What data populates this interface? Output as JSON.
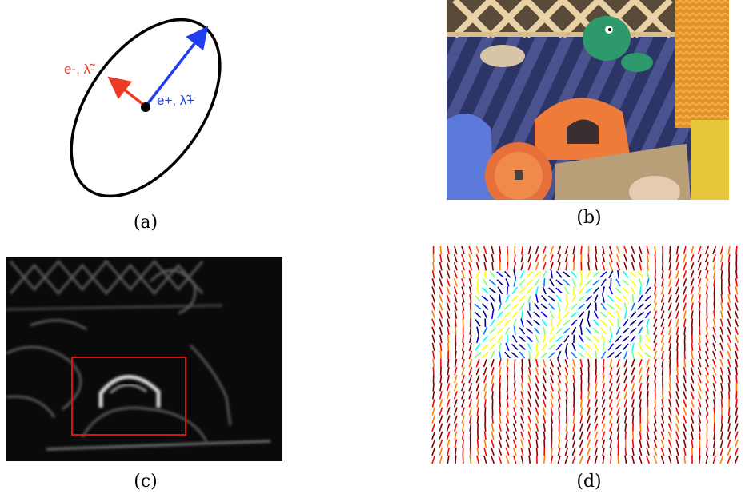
{
  "panel_a": {
    "caption": "(a)",
    "minor_label": "e-, λ̃-",
    "major_label": "e+, λ̃+",
    "colors": {
      "minor": "#ee3a24",
      "major": "#1f3ef0",
      "ellipse": "#000000"
    }
  },
  "panel_b": {
    "caption": "(b)"
  },
  "panel_c": {
    "caption": "(c)",
    "highlight_color": "#e01010"
  },
  "panel_d": {
    "caption": "(d)",
    "colormap": [
      "#00007f",
      "#0000ff",
      "#007fff",
      "#00ffff",
      "#7fff7f",
      "#ffff00",
      "#ff7f00",
      "#ff0000",
      "#7f0000"
    ]
  }
}
